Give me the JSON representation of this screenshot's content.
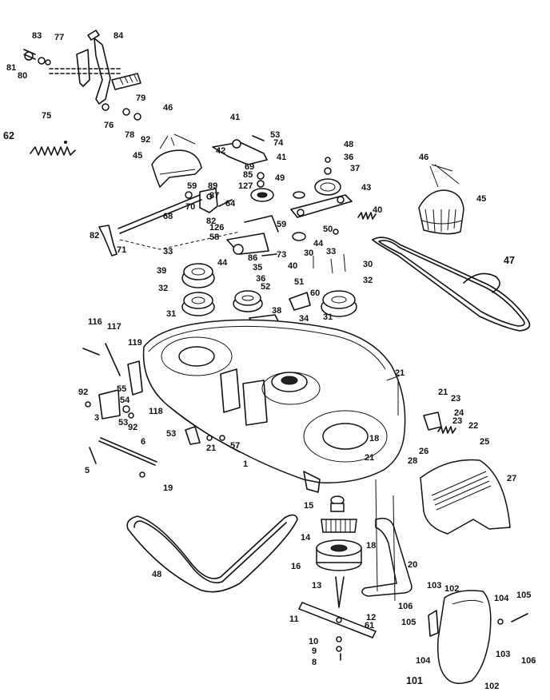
{
  "callouts": [
    {
      "id": "c83a",
      "text": "83"
    },
    {
      "id": "c77",
      "text": "77"
    },
    {
      "id": "c84",
      "text": "84"
    },
    {
      "id": "c81",
      "text": "81"
    },
    {
      "id": "c80",
      "text": "80"
    },
    {
      "id": "c75",
      "text": "75"
    },
    {
      "id": "c79",
      "text": "79"
    },
    {
      "id": "c76",
      "text": "76"
    },
    {
      "id": "c78",
      "text": "78"
    },
    {
      "id": "c92a",
      "text": "92"
    },
    {
      "id": "c46a",
      "text": "46"
    },
    {
      "id": "c62",
      "text": "62"
    },
    {
      "id": "c45a",
      "text": "45"
    },
    {
      "id": "c41a",
      "text": "41"
    },
    {
      "id": "c53a",
      "text": "53"
    },
    {
      "id": "c74",
      "text": "74"
    },
    {
      "id": "c42",
      "text": "42"
    },
    {
      "id": "c69",
      "text": "69"
    },
    {
      "id": "c85",
      "text": "85"
    },
    {
      "id": "c127",
      "text": "127"
    },
    {
      "id": "c41b",
      "text": "41"
    },
    {
      "id": "c48",
      "text": "48"
    },
    {
      "id": "c36a",
      "text": "36"
    },
    {
      "id": "c37",
      "text": "37"
    },
    {
      "id": "c49",
      "text": "49"
    },
    {
      "id": "c43",
      "text": "43"
    },
    {
      "id": "c46b",
      "text": "46"
    },
    {
      "id": "c45b",
      "text": "45"
    },
    {
      "id": "c59",
      "text": "59"
    },
    {
      "id": "c89",
      "text": "89"
    },
    {
      "id": "c87",
      "text": "87"
    },
    {
      "id": "c70",
      "text": "70"
    },
    {
      "id": "c68",
      "text": "68"
    },
    {
      "id": "c64",
      "text": "64"
    },
    {
      "id": "c82a",
      "text": "82"
    },
    {
      "id": "c59b",
      "text": "59"
    },
    {
      "id": "c40a",
      "text": "40"
    },
    {
      "id": "c50",
      "text": "50"
    },
    {
      "id": "c44a",
      "text": "44"
    },
    {
      "id": "c47",
      "text": "47"
    },
    {
      "id": "c82b",
      "text": "82"
    },
    {
      "id": "c71",
      "text": "71"
    },
    {
      "id": "c126",
      "text": "126"
    },
    {
      "id": "c58",
      "text": "58"
    },
    {
      "id": "c33a",
      "text": "33"
    },
    {
      "id": "c44b",
      "text": "44"
    },
    {
      "id": "c86",
      "text": "86"
    },
    {
      "id": "c73",
      "text": "73"
    },
    {
      "id": "c40b",
      "text": "40"
    },
    {
      "id": "c30a",
      "text": "30"
    },
    {
      "id": "c33b",
      "text": "33"
    },
    {
      "id": "c30b",
      "text": "30"
    },
    {
      "id": "c39",
      "text": "39"
    },
    {
      "id": "c35",
      "text": "35"
    },
    {
      "id": "c36b",
      "text": "36"
    },
    {
      "id": "c32a",
      "text": "32"
    },
    {
      "id": "c52",
      "text": "52"
    },
    {
      "id": "c51a",
      "text": "51"
    },
    {
      "id": "c60",
      "text": "60"
    },
    {
      "id": "c32b",
      "text": "32"
    },
    {
      "id": "c31a",
      "text": "31"
    },
    {
      "id": "c38",
      "text": "38"
    },
    {
      "id": "c31b",
      "text": "31"
    },
    {
      "id": "c34",
      "text": "34"
    },
    {
      "id": "c116",
      "text": "116"
    },
    {
      "id": "c117",
      "text": "117"
    },
    {
      "id": "c119",
      "text": "119"
    },
    {
      "id": "c21a",
      "text": "21"
    },
    {
      "id": "c92b",
      "text": "92"
    },
    {
      "id": "c55",
      "text": "55"
    },
    {
      "id": "c54",
      "text": "54"
    },
    {
      "id": "c3",
      "text": "3"
    },
    {
      "id": "c53b",
      "text": "53"
    },
    {
      "id": "c92c",
      "text": "92"
    },
    {
      "id": "c118",
      "text": "118"
    },
    {
      "id": "c21b",
      "text": "21"
    },
    {
      "id": "c23a",
      "text": "23"
    },
    {
      "id": "c24",
      "text": "24"
    },
    {
      "id": "c23b",
      "text": "23"
    },
    {
      "id": "c22",
      "text": "22"
    },
    {
      "id": "c53c",
      "text": "53"
    },
    {
      "id": "c21c",
      "text": "21"
    },
    {
      "id": "c57",
      "text": "57"
    },
    {
      "id": "c18a",
      "text": "18"
    },
    {
      "id": "c25",
      "text": "25"
    },
    {
      "id": "c6",
      "text": "6"
    },
    {
      "id": "c28",
      "text": "28"
    },
    {
      "id": "c26",
      "text": "26"
    },
    {
      "id": "c21d",
      "text": "21"
    },
    {
      "id": "c5",
      "text": "5"
    },
    {
      "id": "c1",
      "text": "1"
    },
    {
      "id": "c27",
      "text": "27"
    },
    {
      "id": "c19",
      "text": "19"
    },
    {
      "id": "c15",
      "text": "15"
    },
    {
      "id": "c14",
      "text": "14"
    },
    {
      "id": "c48b",
      "text": "48"
    },
    {
      "id": "c18b",
      "text": "18"
    },
    {
      "id": "c20",
      "text": "20"
    },
    {
      "id": "c16",
      "text": "16"
    },
    {
      "id": "c13",
      "text": "13"
    },
    {
      "id": "c106a",
      "text": "106"
    },
    {
      "id": "c103a",
      "text": "103"
    },
    {
      "id": "c102a",
      "text": "102"
    },
    {
      "id": "c104a",
      "text": "104"
    },
    {
      "id": "c105a",
      "text": "105"
    },
    {
      "id": "c11",
      "text": "11"
    },
    {
      "id": "c12",
      "text": "12"
    },
    {
      "id": "c61",
      "text": "61"
    },
    {
      "id": "c105b",
      "text": "105"
    },
    {
      "id": "c10",
      "text": "10"
    },
    {
      "id": "c9",
      "text": "9"
    },
    {
      "id": "c8",
      "text": "8"
    },
    {
      "id": "c104b",
      "text": "104"
    },
    {
      "id": "c103b",
      "text": "103"
    },
    {
      "id": "c106b",
      "text": "106"
    },
    {
      "id": "c101",
      "text": "101"
    },
    {
      "id": "c102b",
      "text": "102"
    }
  ]
}
